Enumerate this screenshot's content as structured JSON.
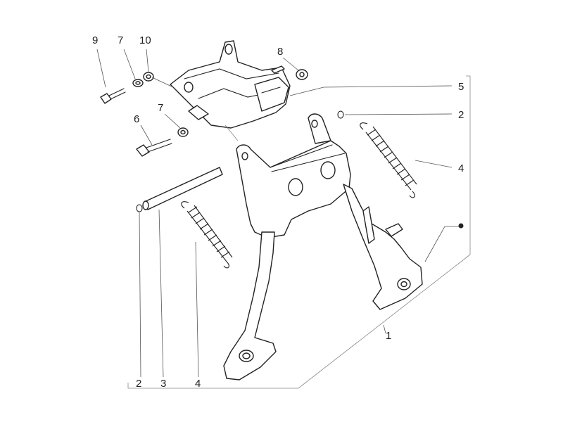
{
  "callouts": {
    "c9": "9",
    "c7a": "7",
    "c10": "10",
    "c8": "8",
    "c5": "5",
    "c2a": "2",
    "c7b": "7",
    "c6": "6",
    "c4a": "4",
    "c1": "1",
    "c2b": "2",
    "c3": "3",
    "c4b": "4"
  },
  "colors": {
    "line": "#222222",
    "background": "#ffffff"
  }
}
